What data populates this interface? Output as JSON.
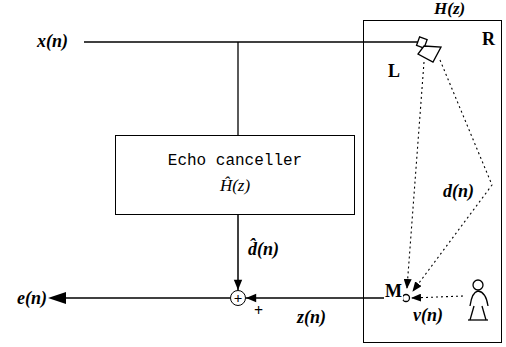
{
  "diagram": {
    "nodes": [
      {
        "text": [
          "H(z)"
        ]
      },
      {
        "text": [
          "Echo canceller",
          "Ĥ(z)"
        ]
      },
      {
        "text": [
          "+"
        ]
      }
    ],
    "edges": [
      {
        "from": 1,
        "to": 2,
        "arrow": "to",
        "label": "d̂(n)"
      },
      {
        "from": 0,
        "to": 2,
        "arrow": "to",
        "label": "z(n)"
      }
    ],
    "labels": [
      "x(n)",
      "e(n)",
      "+",
      "R",
      "L",
      "M",
      "d(n)",
      "v(n)"
    ]
  }
}
